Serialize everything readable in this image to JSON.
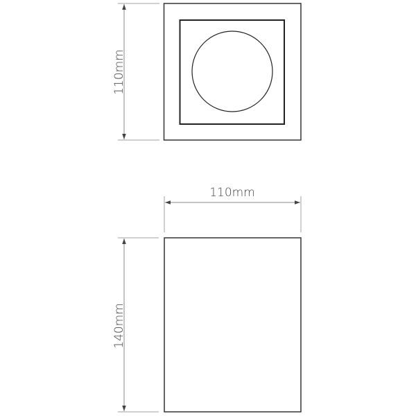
{
  "top_view": {
    "height_label": "110mm"
  },
  "side_view": {
    "width_label": "110mm",
    "height_label": "140mm"
  },
  "colors": {
    "outline": "#333333",
    "dimension": "#8a8a8a"
  }
}
